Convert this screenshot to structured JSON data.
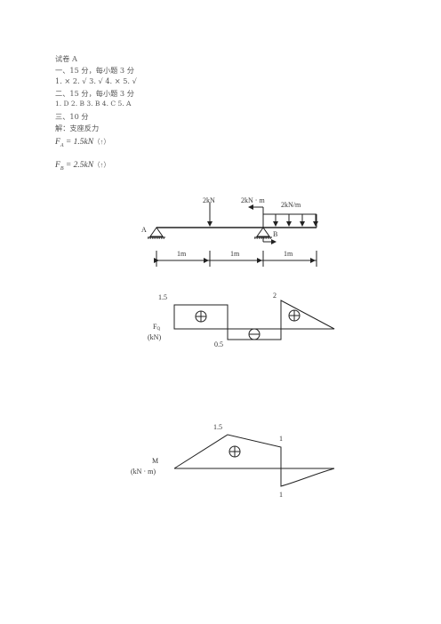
{
  "header": {
    "title": "试卷 A",
    "sec1": "一、15 分，每小题 3 分",
    "ans1": "1.  ×      2.  √        3.  √     4.  ×        5.  √",
    "sec2": "二、15 分，每小题 3 分",
    "ans2": "1.  D      2. B      3. B      4. C      5. A",
    "sec3": "三、10 分",
    "sol": "解：支座反力"
  },
  "reactions": {
    "fa_var": "F",
    "fa_sub": "A",
    "fa_val": " = 1.5kN",
    "fa_dir": "（↑）",
    "fb_var": "F",
    "fb_sub": "B",
    "fb_val": " = 2.5kN",
    "fb_dir": "（↑）"
  },
  "beam": {
    "load_point": "2kN",
    "load_moment": "2kN · m",
    "load_dist": "2kN/m",
    "support_a": "A",
    "support_b": "B",
    "dim1": "1m",
    "dim2": "1m",
    "dim3": "1m"
  },
  "shear": {
    "label_main": "F",
    "label_sub": "Q",
    "unit": "(kN)",
    "val_left": "1.5",
    "val_right": "2",
    "val_neg": "0.5"
  },
  "moment": {
    "label_main": "M",
    "unit": "(kN · m)",
    "val_peak": "1.5",
    "val_pos": "1",
    "val_neg": "1"
  }
}
